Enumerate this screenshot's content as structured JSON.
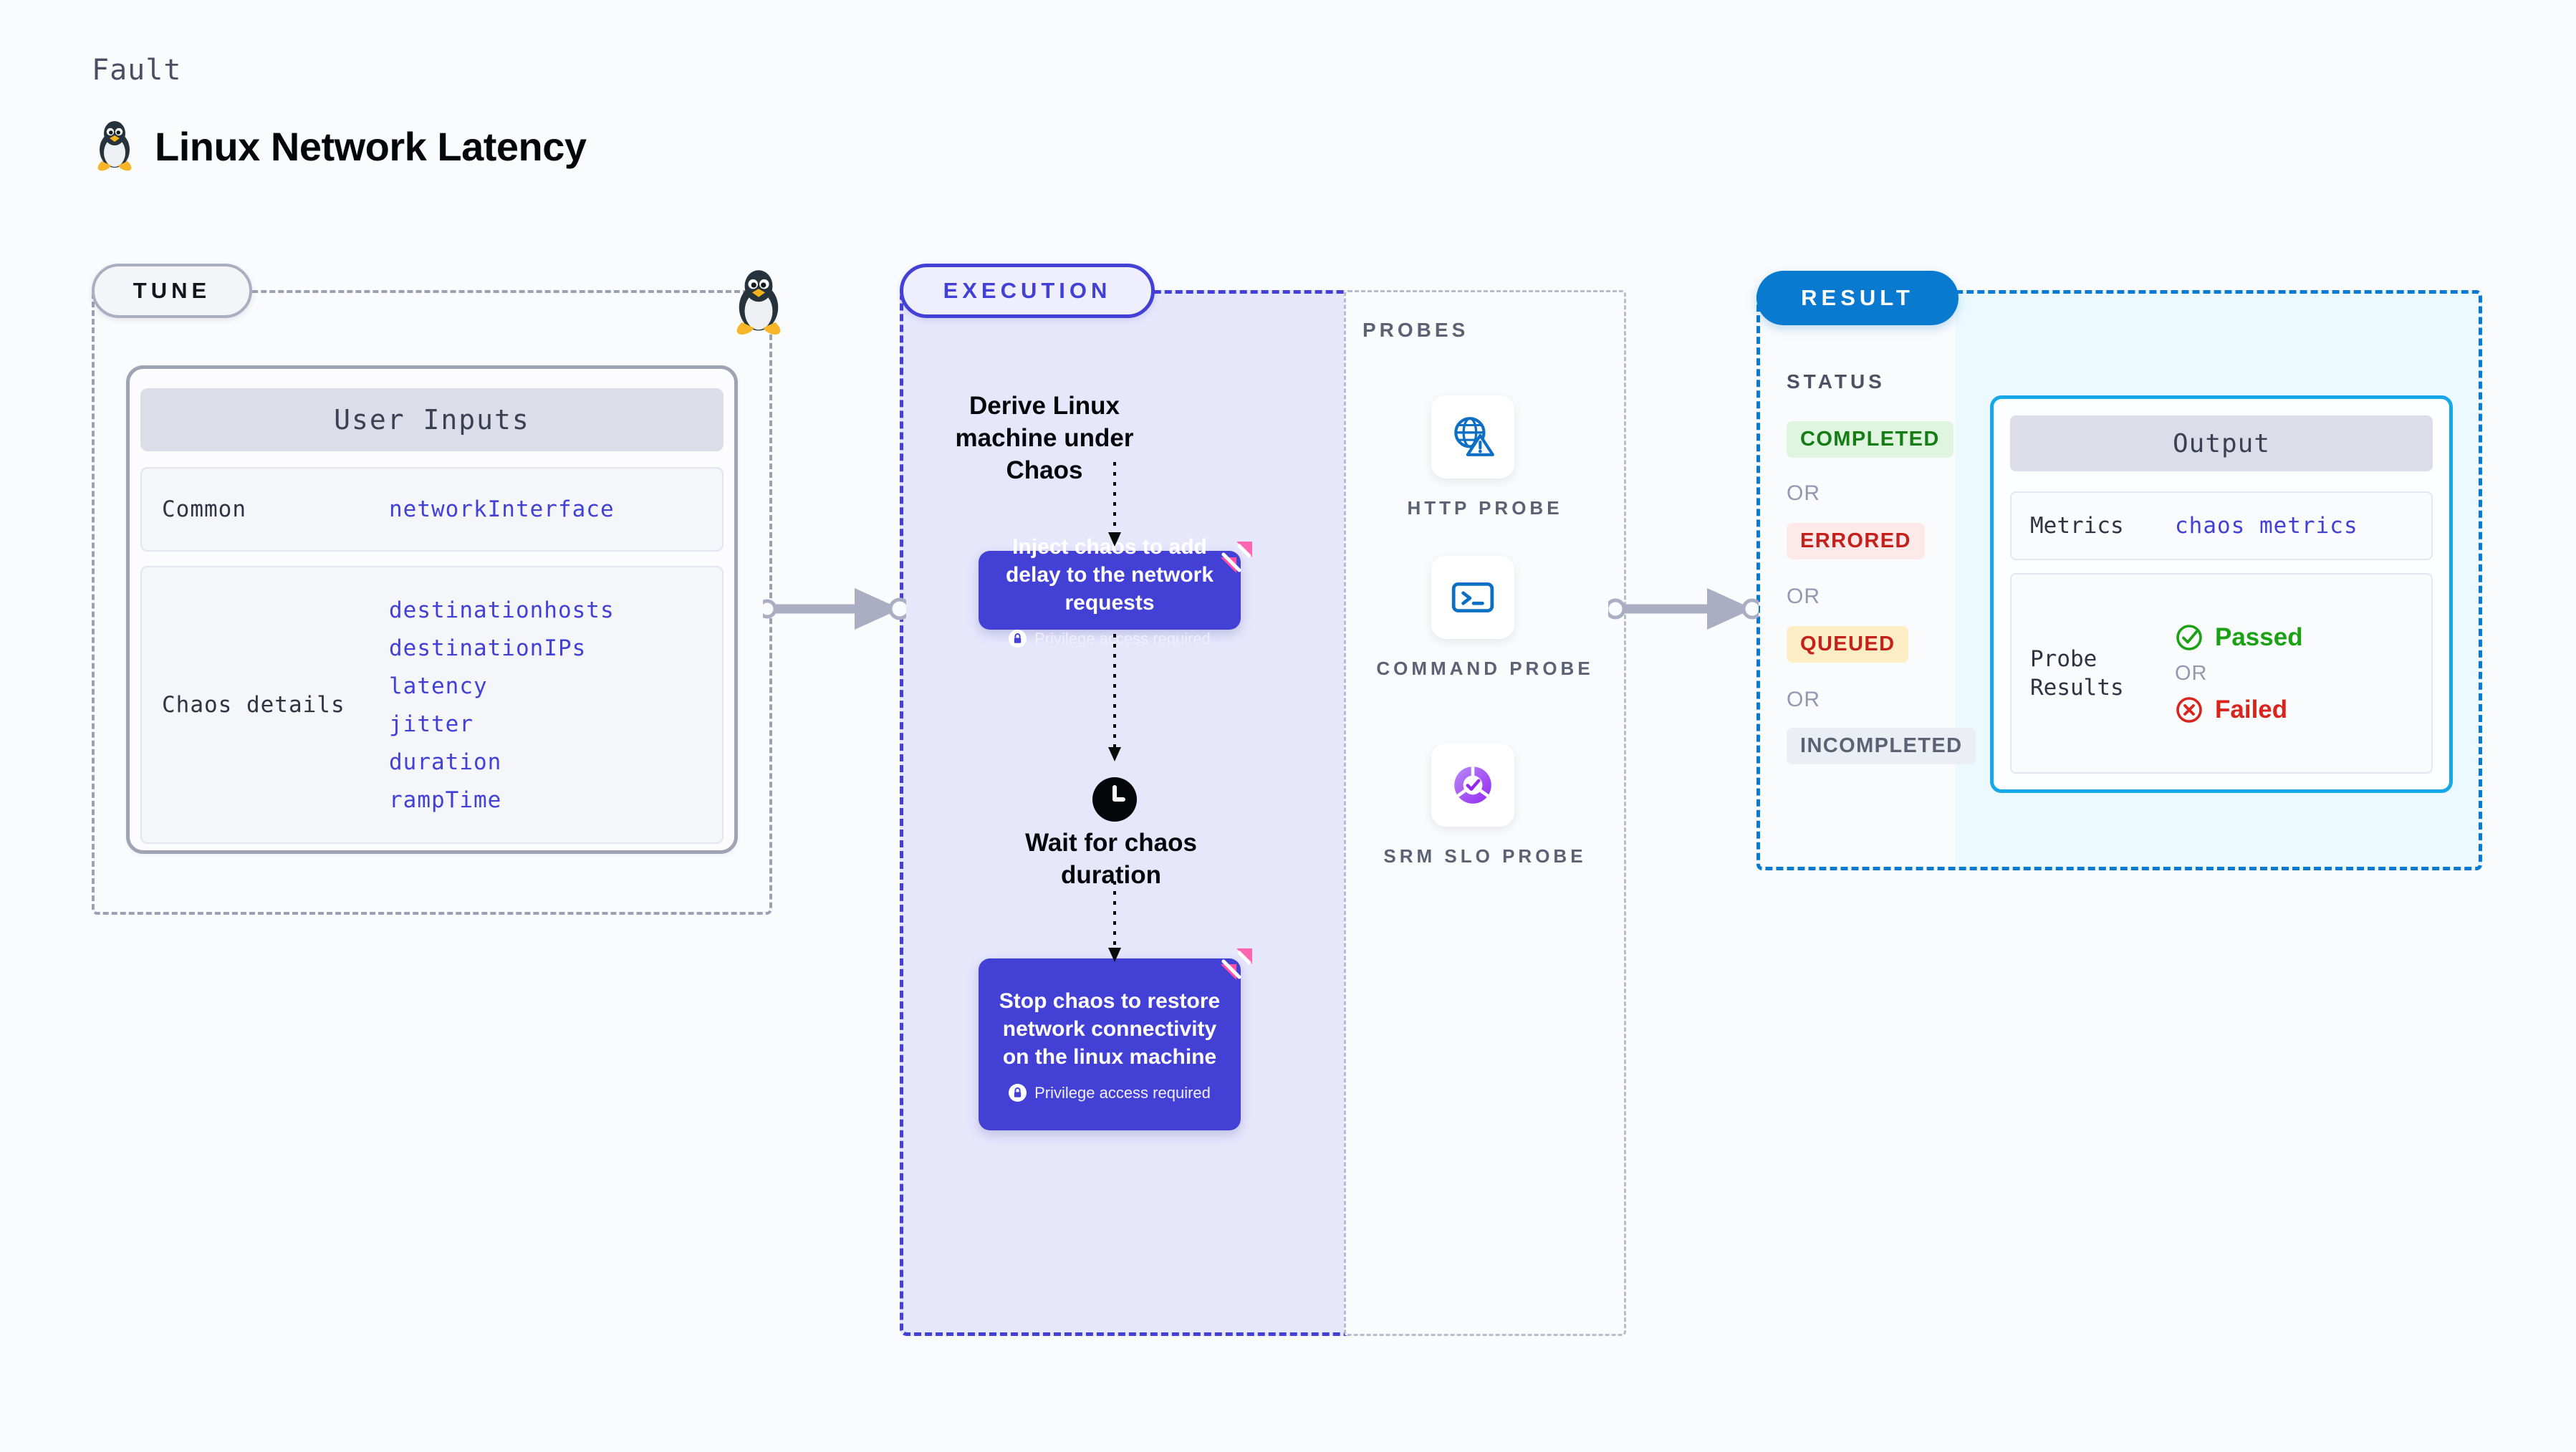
{
  "header": {
    "kicker": "Fault",
    "title": "Linux Network Latency",
    "icon": "linux-penguin-icon"
  },
  "tune": {
    "pill_label": "TUNE",
    "badge_icon": "linux-penguin-icon",
    "card": {
      "heading": "User Inputs",
      "rows": [
        {
          "label": "Common",
          "values": [
            "networkInterface"
          ]
        },
        {
          "label": "Chaos details",
          "values": [
            "destinationhosts",
            "destinationIPs",
            "latency",
            "jitter",
            "duration",
            "rampTime"
          ]
        }
      ]
    }
  },
  "execution": {
    "pill_label": "EXECUTION",
    "derive_step": "Derive Linux machine under Chaos",
    "inject_step": {
      "title": "Inject chaos to add delay to the network requests",
      "privilege_note": "Privilege access required",
      "privilege_icon": "lock-icon",
      "corner_icon": "harness-logo-icon"
    },
    "wait_step": {
      "icon": "clock-icon",
      "title": "Wait for chaos duration"
    },
    "stop_step": {
      "title": "Stop chaos to restore network connectivity on the linux machine",
      "privilege_note": "Privilege access required",
      "privilege_icon": "lock-icon",
      "corner_icon": "harness-logo-icon"
    }
  },
  "probes": {
    "section_label": "PROBES",
    "items": [
      {
        "label": "HTTP PROBE",
        "icon": "globe-warning-icon"
      },
      {
        "label": "COMMAND PROBE",
        "icon": "terminal-prompt-icon"
      },
      {
        "label": "SRM SLO PROBE",
        "icon": "slo-donut-check-icon"
      }
    ]
  },
  "result": {
    "pill_label": "RESULT",
    "status_label": "STATUS",
    "or_label": "OR",
    "statuses": [
      {
        "label": "COMPLETED",
        "bg": "#dff5df",
        "fg": "#167d16"
      },
      {
        "label": "ERRORED",
        "bg": "#fde9e9",
        "fg": "#c4211b"
      },
      {
        "label": "QUEUED",
        "bg": "#fdeec5",
        "fg": "#c4211b"
      },
      {
        "label": "INCOMPLETED",
        "bg": "#eceef5",
        "fg": "#5c6274"
      }
    ],
    "output": {
      "heading": "Output",
      "metrics_label": "Metrics",
      "metrics_value": "chaos metrics",
      "probe_results_label": "Probe Results",
      "passed_label": "Passed",
      "passed_icon": "check-circle-icon",
      "or_label": "OR",
      "failed_label": "Failed",
      "failed_icon": "x-circle-icon"
    }
  },
  "colors": {
    "accent_purple": "#4340d6",
    "accent_blue": "#0a7ad1",
    "accent_cyan": "#16a8e8",
    "harness_pink": "#ff5cad",
    "tune_gray": "#9aa1b2"
  }
}
